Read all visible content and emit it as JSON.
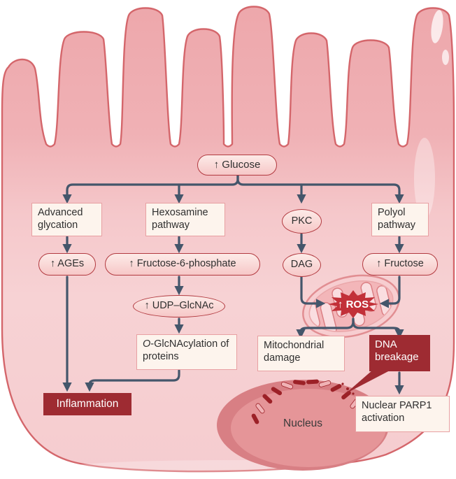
{
  "figure": {
    "description": "Cell diagram of hyperglycaemia damage pathways",
    "colors": {
      "cell_fill_light": "#f7d2d4",
      "cell_fill_dark": "#eeaaae",
      "cell_border": "#d4666b",
      "arrow": "#44566b",
      "highlight_box": "#9e2b32",
      "node_border_red": "#b23a40",
      "light_box_bg": "#fdf4ed",
      "light_box_border": "#e8a0a2",
      "nucleus_fill": "#d87f84",
      "ros_star_fill": "#c23038"
    },
    "nodes": {
      "glucose": "↑ Glucose",
      "advanced_glycation": "Advanced glycation",
      "hexosamine_pathway": "Hexosamine pathway",
      "pkc": "PKC",
      "polyol_pathway": "Polyol pathway",
      "ages": "↑ AGEs",
      "fructose_6_phosphate": "↑ Fructose-6-phosphate",
      "dag": "DAG",
      "fructose": "↑ Fructose",
      "udp_glcnac": "↑ UDP–GlcNAc",
      "ros": "↑ ROS",
      "oglcnac_o": "O",
      "oglcnac_rest": "-GlcNAcylation of proteins",
      "mitochondrial_damage": "Mitochondrial damage",
      "dna_breakage": "DNA breakage",
      "nuclear_parp1": "Nuclear PARP1 activation",
      "inflammation": "Inflammation",
      "nucleus": "Nucleus"
    },
    "edges": [
      {
        "from": "↑ Glucose",
        "to": "Advanced glycation"
      },
      {
        "from": "↑ Glucose",
        "to": "Hexosamine pathway"
      },
      {
        "from": "↑ Glucose",
        "to": "PKC"
      },
      {
        "from": "↑ Glucose",
        "to": "Polyol pathway"
      },
      {
        "from": "Advanced glycation",
        "to": "↑ AGEs"
      },
      {
        "from": "↑ AGEs",
        "to": "Inflammation"
      },
      {
        "from": "Hexosamine pathway",
        "to": "↑ Fructose-6-phosphate"
      },
      {
        "from": "↑ Fructose-6-phosphate",
        "to": "↑ UDP–GlcNAc"
      },
      {
        "from": "↑ UDP–GlcNAc",
        "to": "O-GlcNAcylation of proteins"
      },
      {
        "from": "O-GlcNAcylation of proteins",
        "to": "Inflammation"
      },
      {
        "from": "PKC",
        "to": "DAG"
      },
      {
        "from": "DAG",
        "to": "↑ ROS"
      },
      {
        "from": "Polyol pathway",
        "to": "↑ Fructose"
      },
      {
        "from": "↑ Fructose",
        "to": "↑ ROS"
      },
      {
        "from": "↑ ROS",
        "to": "Mitochondrial damage"
      },
      {
        "from": "↑ ROS",
        "to": "DNA breakage"
      },
      {
        "from": "DNA breakage",
        "to": "Nuclear PARP1 activation"
      }
    ]
  }
}
